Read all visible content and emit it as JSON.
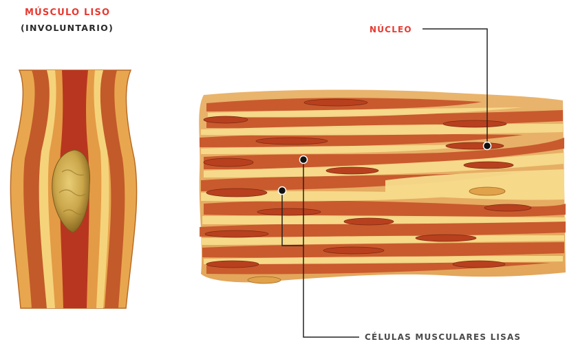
{
  "title": {
    "main": "MÚSCULO LISO",
    "sub": "(INVOLUNTARIO)"
  },
  "labels": {
    "nucleus": "NÚCLEO",
    "cells": "CÉLULAS MUSCULARES LISAS"
  },
  "colors": {
    "title_red": "#e8382f",
    "label_dark": "#4a4a4a",
    "muscle_dark": "#c0562b",
    "muscle_mid": "#d9893c",
    "fiber_light": "#f7dc8c",
    "lumen": "#b8361f",
    "bolus": "#c9a649",
    "leader_line": "#222222"
  }
}
